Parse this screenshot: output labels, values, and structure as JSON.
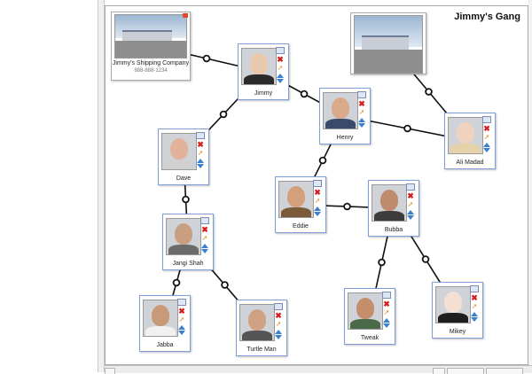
{
  "diagram": {
    "title": "Jimmy's Gang"
  },
  "places": [
    {
      "id": "shipping",
      "name": "Jimmy's Shipping Company",
      "phone": "888-888-1234"
    },
    {
      "id": "street",
      "name": "",
      "phone": ""
    }
  ],
  "people": [
    {
      "id": "jimmy",
      "name": "Jimmy",
      "skin": "#e9c9ad",
      "shirt": "#2b2b2b"
    },
    {
      "id": "henry",
      "name": "Henry",
      "skin": "#d9a98a",
      "shirt": "#3a4a6a"
    },
    {
      "id": "ali",
      "name": "Ali Madad",
      "skin": "#f0d3bf",
      "shirt": "#e6d2a8"
    },
    {
      "id": "dave",
      "name": "Dave",
      "skin": "#e2b39a",
      "shirt": "#d0d0d0"
    },
    {
      "id": "eddie",
      "name": "Eddie",
      "skin": "#d2a07a",
      "shirt": "#7b5a3a"
    },
    {
      "id": "bubba",
      "name": "Bubba",
      "skin": "#bf8b6c",
      "shirt": "#3c3c3c"
    },
    {
      "id": "jangi",
      "name": "Jangi Shah",
      "skin": "#c8a081",
      "shirt": "#6b6b6b"
    },
    {
      "id": "jabba",
      "name": "Jabba",
      "skin": "#c99a78",
      "shirt": "#f1f1f1"
    },
    {
      "id": "turtle",
      "name": "Turtle Man",
      "skin": "#cfa283",
      "shirt": "#555555"
    },
    {
      "id": "tweak",
      "name": "Tweak",
      "skin": "#c48e6d",
      "shirt": "#4a6a4a"
    },
    {
      "id": "mikey",
      "name": "Mikey",
      "skin": "#f3e0d3",
      "shirt": "#1e1e1e"
    }
  ],
  "links": [
    [
      "shipping",
      "jimmy"
    ],
    [
      "jimmy",
      "henry"
    ],
    [
      "jimmy",
      "dave"
    ],
    [
      "street",
      "ali"
    ],
    [
      "henry",
      "ali"
    ],
    [
      "henry",
      "eddie"
    ],
    [
      "eddie",
      "bubba"
    ],
    [
      "dave",
      "jangi"
    ],
    [
      "jangi",
      "jabba"
    ],
    [
      "jangi",
      "turtle"
    ],
    [
      "bubba",
      "tweak"
    ],
    [
      "bubba",
      "mikey"
    ]
  ],
  "icons": {
    "details": "document-icon",
    "delete": "delete-icon",
    "link": "link-icon",
    "move_up": "arrow-up-icon",
    "move_down": "arrow-down-icon"
  }
}
